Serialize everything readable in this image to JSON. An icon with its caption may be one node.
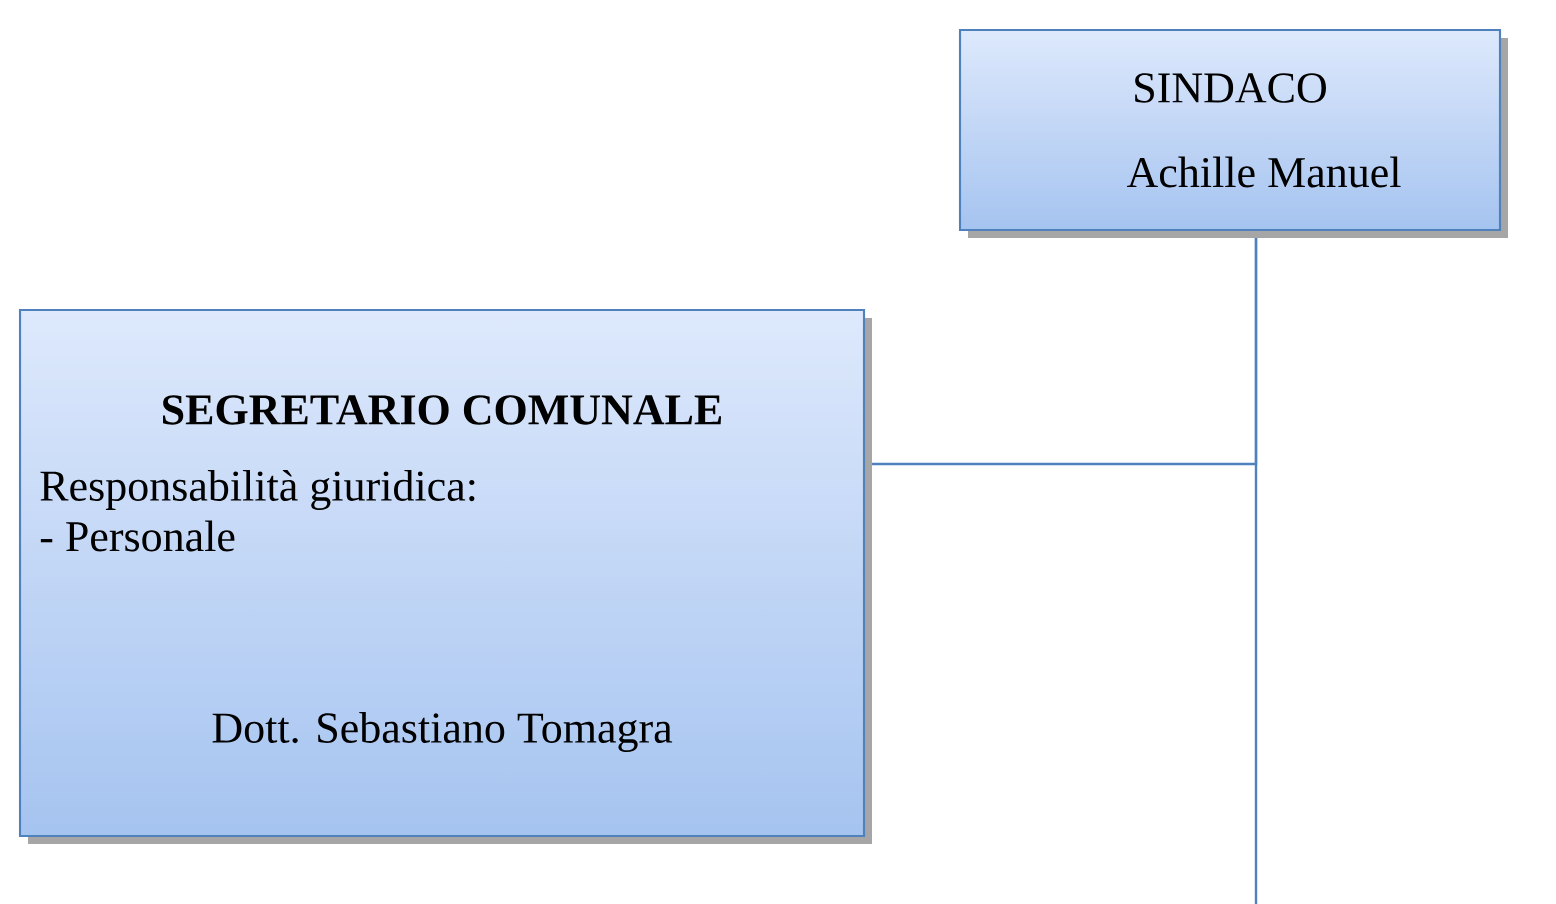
{
  "diagram": {
    "nodes": [
      {
        "text": [
          "SINDACO",
          "Achille Manuel"
        ]
      },
      {
        "text": [
          "SEGRETARIO COMUNALE",
          "Responsabilità giuridica:",
          "- Personale",
          "Dott. Sebastiano Tomagra"
        ]
      }
    ],
    "edges": [
      {
        "from": 0,
        "to": 1,
        "arrow": "none"
      },
      {
        "from": 0,
        "to": null,
        "arrow": "none"
      }
    ]
  }
}
